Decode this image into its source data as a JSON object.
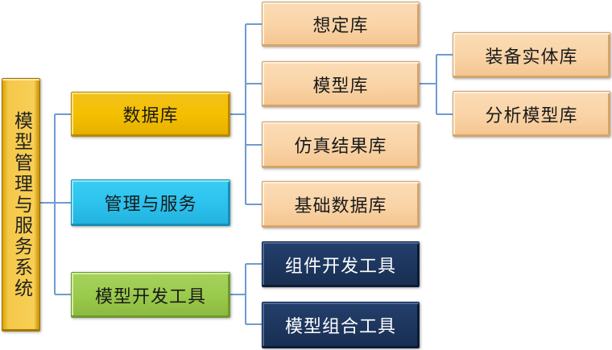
{
  "root": {
    "label": "模型管理与服务系统"
  },
  "level1": [
    {
      "id": "db",
      "label": "数据库",
      "style": "gold"
    },
    {
      "id": "mgmt",
      "label": "管理与服务",
      "style": "cyan"
    },
    {
      "id": "tools",
      "label": "模型开发工具",
      "style": "green"
    }
  ],
  "database_children": [
    "想定库",
    "模型库",
    "仿真结果库",
    "基础数据库"
  ],
  "model_library_children": [
    "装备实体库",
    "分析模型库"
  ],
  "dev_tools_children": [
    "组件开发工具",
    "模型组合工具"
  ],
  "colors": {
    "connector": "#6f9bd1",
    "gold": "#f4c000",
    "cyan": "#2cc3ee",
    "green": "#9bcb4c",
    "peach": "#fad4a8",
    "navy": "#1e375f"
  }
}
